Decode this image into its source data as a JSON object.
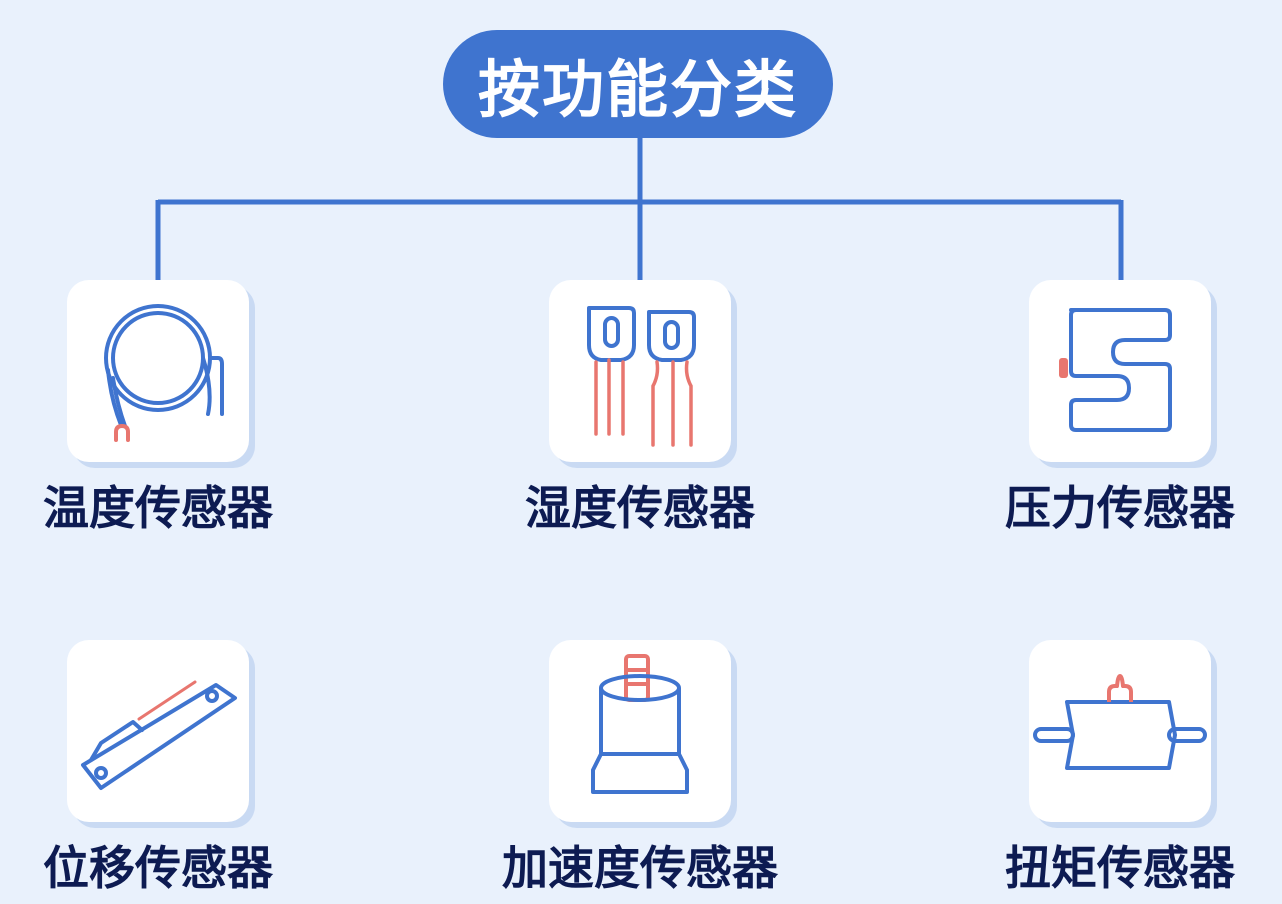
{
  "title": "按功能分类",
  "colors": {
    "background": "#e9f1fc",
    "accent_blue": "#3f74cf",
    "icon_red": "#e8766f",
    "label_text": "#0d1b52"
  },
  "sensors": [
    {
      "label": "温度传感器",
      "icon": "thermocouple-wire-icon"
    },
    {
      "label": "湿度传感器",
      "icon": "humidity-probe-icon"
    },
    {
      "label": "压力传感器",
      "icon": "s-type-load-cell-icon"
    },
    {
      "label": "位移传感器",
      "icon": "linear-displacement-icon"
    },
    {
      "label": "加速度传感器",
      "icon": "accelerometer-icon"
    },
    {
      "label": "扭矩传感器",
      "icon": "torque-shaft-icon"
    }
  ]
}
